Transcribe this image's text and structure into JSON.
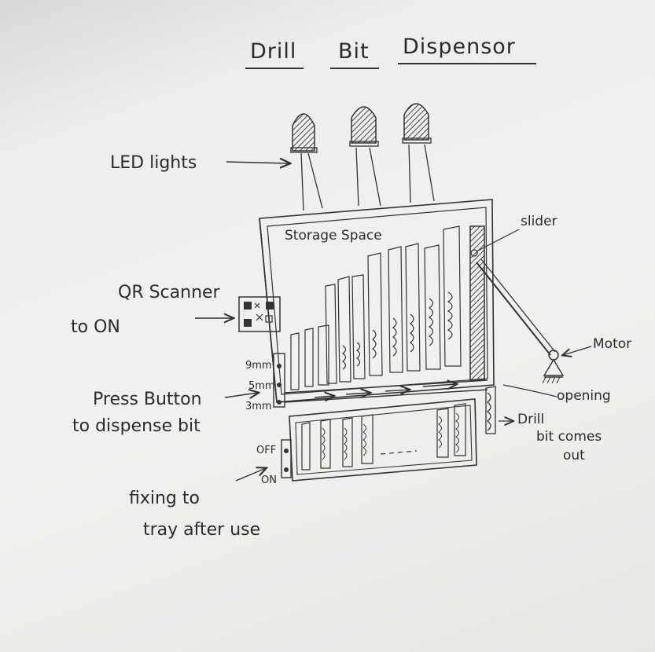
{
  "title": {
    "words": [
      "Drill",
      "Bit",
      "Dispensor"
    ]
  },
  "labels": {
    "led": "LED lights",
    "storage": "Storage Space",
    "slider": "slider",
    "qr_line1": "QR Scanner",
    "qr_line2": "to ON",
    "motor": "Motor",
    "size_9": "9mm",
    "size_5": "5mm",
    "size_3": "3mm",
    "opening": "opening",
    "press_line1": "Press Button",
    "press_line2": "to dispense bit",
    "drill_line1": "Drill",
    "drill_line2": "bit comes",
    "drill_line3": "out",
    "off": "OFF",
    "on": "ON",
    "fixing_line1": "fixing to",
    "fixing_line2": "tray after use"
  },
  "colors": {
    "ink": "#2b2b2b",
    "led_fill": "#555555",
    "slider_fill": "#4a4a4a"
  },
  "icons": [
    "led-bulb-icon",
    "qr-code-icon",
    "motor-icon",
    "drill-bit-icon"
  ]
}
